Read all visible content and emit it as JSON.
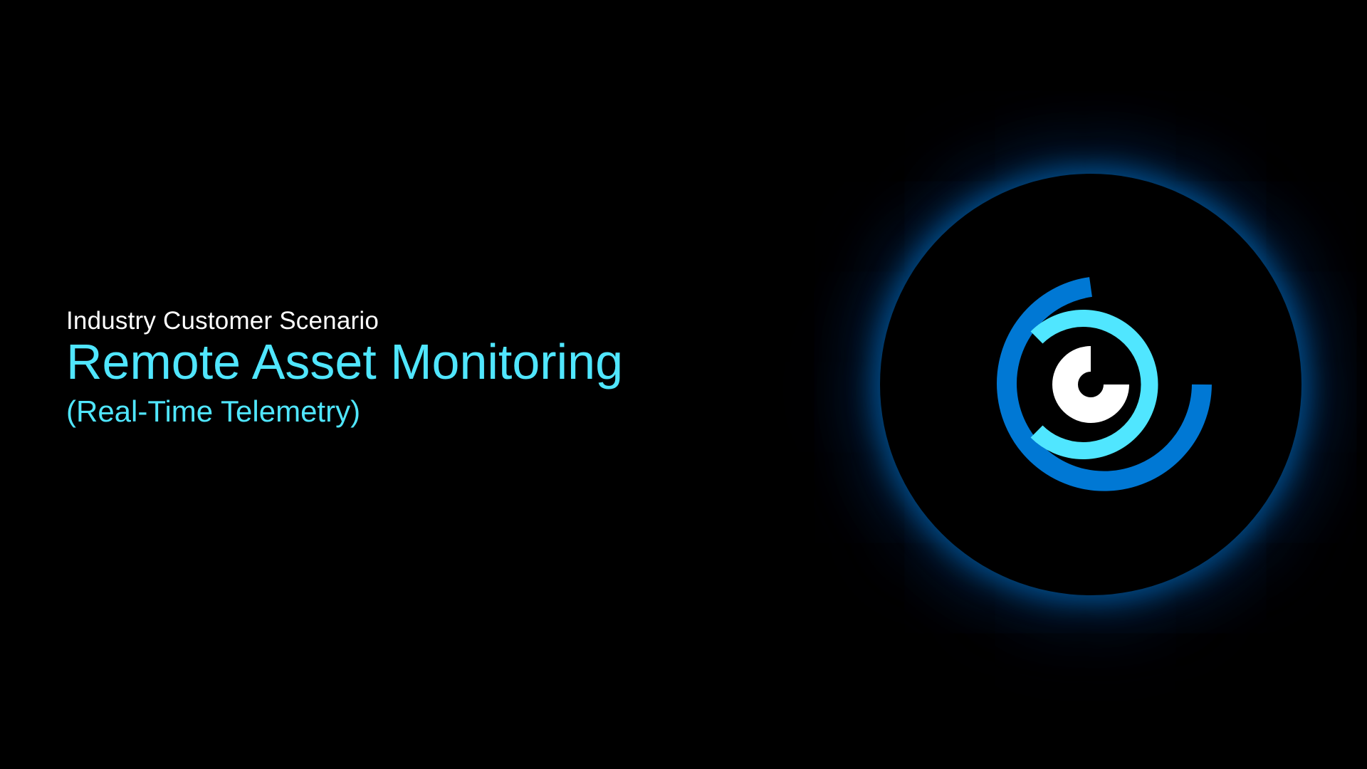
{
  "slide": {
    "eyebrow": "Industry Customer Scenario",
    "title": "Remote Asset Monitoring",
    "subtitle": "(Real-Time Telemetry)"
  },
  "emblem": {
    "icon": "monitoring-rings-icon",
    "colors": {
      "outer_ring": "#0078d4",
      "middle_ring": "#50e6ff",
      "inner_ring": "#ffffff",
      "glow": "#0078d4"
    }
  },
  "colors": {
    "background": "#000000",
    "eyebrow_text": "#ffffff",
    "accent_text": "#50e6ff"
  }
}
